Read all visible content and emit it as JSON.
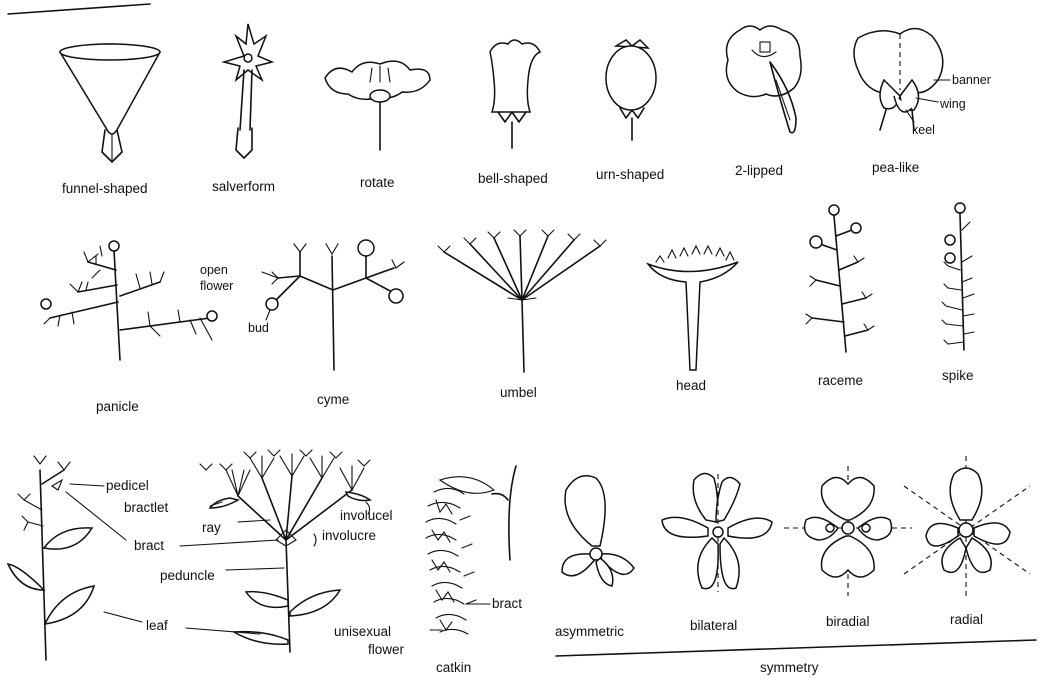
{
  "flower_shapes": [
    "funnel-shaped",
    "salverform",
    "rotate",
    "bell-shaped",
    "urn-shaped",
    "2-lipped",
    "pea-like"
  ],
  "pea_parts": {
    "banner": "banner",
    "wing": "wing",
    "keel": "keel"
  },
  "inflorescences": [
    "panicle",
    "cyme",
    "umbel",
    "head",
    "raceme",
    "spike"
  ],
  "cyme_parts": {
    "open_flower_1": "open",
    "open_flower_2": "flower",
    "bud": "bud"
  },
  "stem_parts": {
    "pedicel": "pedicel",
    "bractlet": "bractlet",
    "bract": "bract",
    "leaf": "leaf"
  },
  "umbel_parts": {
    "ray": "ray",
    "involucel": "involucel",
    "involucre": "involucre",
    "peduncle": "peduncle"
  },
  "catkin_parts": {
    "bract": "bract",
    "unisexual_1": "unisexual",
    "unisexual_2": "flower",
    "catkin": "catkin"
  },
  "symmetry_types": [
    "asymmetric",
    "bilateral",
    "biradial",
    "radial"
  ],
  "symmetry_title": "symmetry"
}
